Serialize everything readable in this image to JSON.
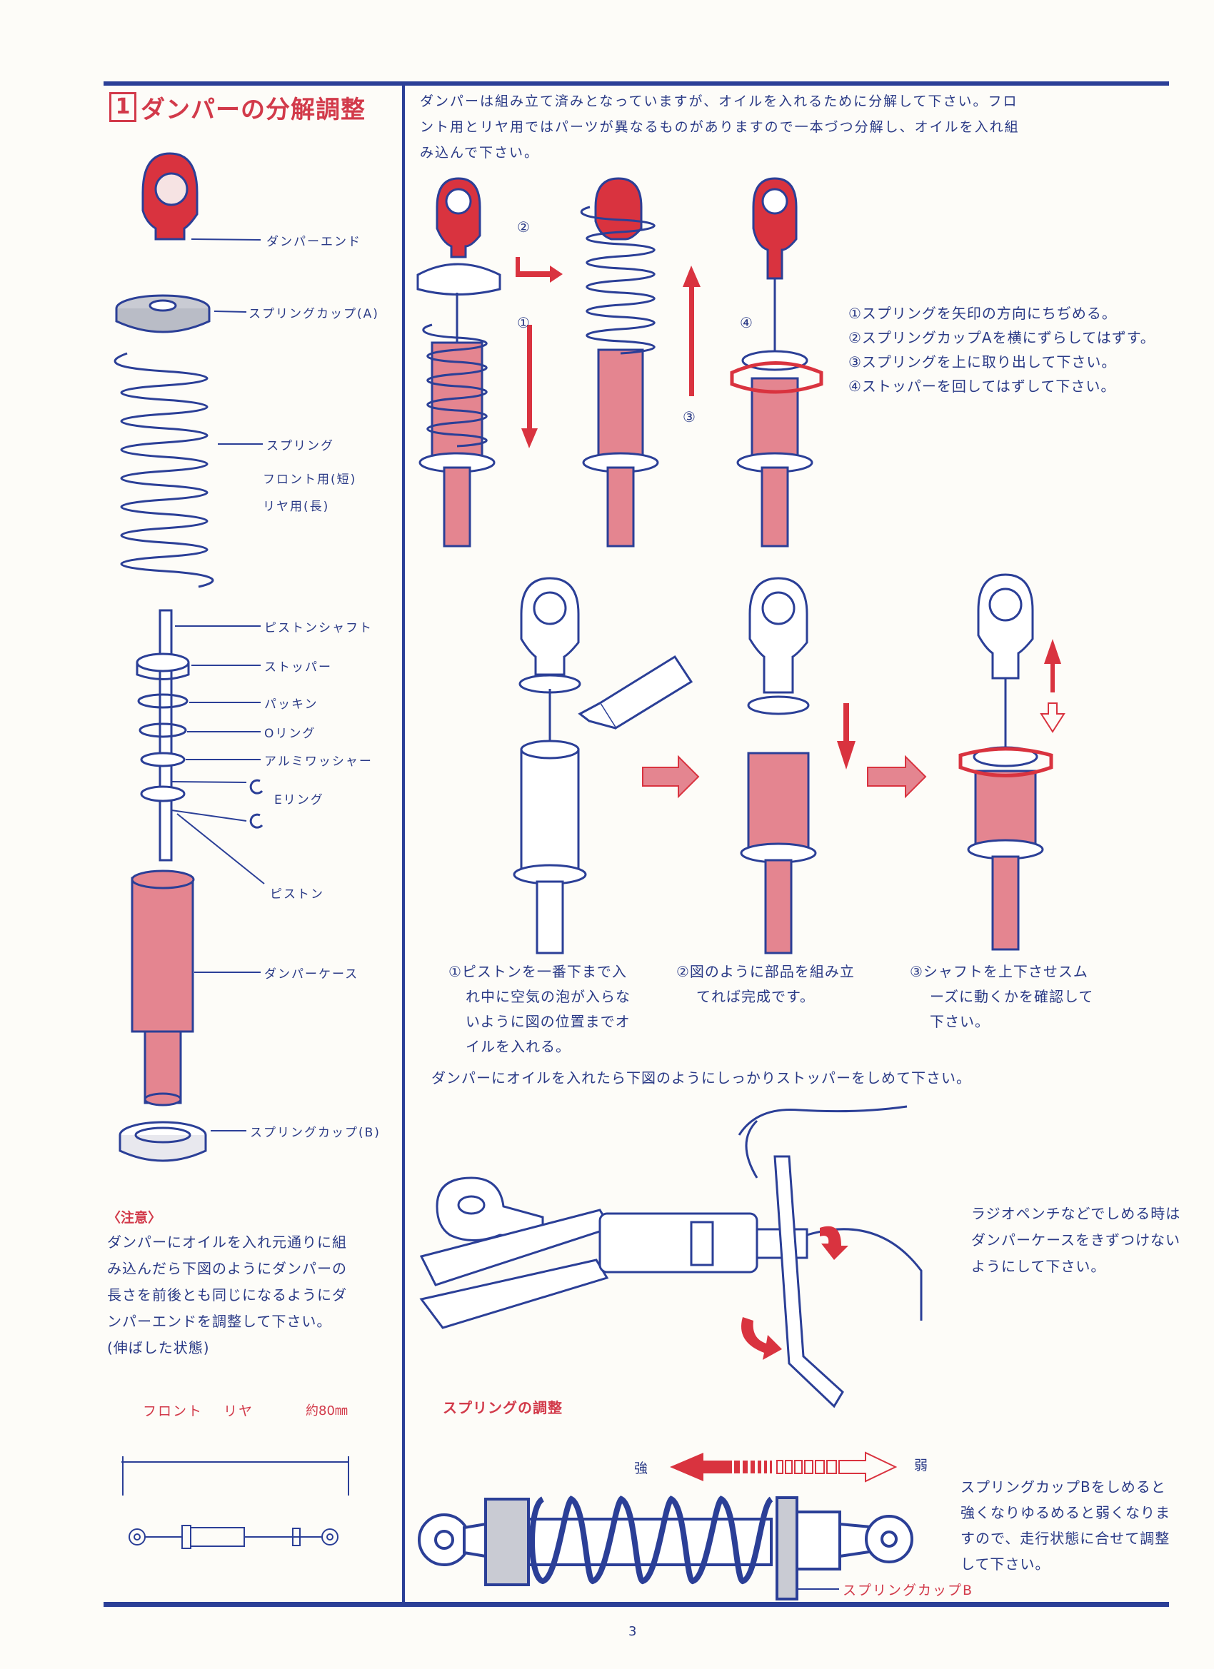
{
  "section": {
    "number": "1",
    "title": "ダンパーの分解調整"
  },
  "intro": [
    "ダンパーは組み立て済みとなっていますが、オイルを入れるために分解して下さい。フロ",
    "ント用とリヤ用ではパーツが異なるものがありますので一本づつ分解し、オイルを入れ組",
    "み込んで下さい。"
  ],
  "parts": {
    "damper_end": "ダンパーエンド",
    "spring_cup_a": "スプリングカップ(A)",
    "spring": "スプリング",
    "spring_front": "フロント用(短)",
    "spring_rear": "リヤ用(長)",
    "piston_shaft": "ピストンシャフト",
    "stopper": "ストッパー",
    "packing": "パッキン",
    "o_ring": "Oリング",
    "alu_washer": "アルミワッシャー",
    "e_ring": "Eリング",
    "piston": "ピストン",
    "damper_case": "ダンパーケース",
    "spring_cup_b": "スプリングカップ(B)"
  },
  "step_marks": {
    "m1": "①",
    "m2": "②",
    "m3": "③",
    "m4": "④"
  },
  "disassembly_steps": [
    "①スプリングを矢印の方向にちぢめる。",
    "②スプリングカップAを横にずらしてはずす。",
    "③スプリングを上に取り出して下さい。",
    "④ストッパーを回してはずして下さい。"
  ],
  "oil_steps": {
    "s1": [
      "①ピストンを一番下まで入",
      "れ中に空気の泡が入らな",
      "いように図の位置までオ",
      "イルを入れる。"
    ],
    "s2": [
      "②図のように部品を組み立",
      "てれば完成です。"
    ],
    "s3": [
      "③シャフトを上下させスム",
      "ーズに動くかを確認して",
      "下さい。"
    ]
  },
  "stopper_note": "ダンパーにオイルを入れたら下図のようにしっかりストッパーをしめて下さい。",
  "pliers_note": [
    "ラジオペンチなどでしめる時は",
    "ダンパーケースをきずつけない",
    "ようにして下さい。"
  ],
  "caution": {
    "title": "〈注意〉",
    "lines": [
      "ダンパーにオイルを入れ元通りに組",
      "み込んだら下図のようにダンパーの",
      "長さを前後とも同じになるようにダ",
      "ンパーエンドを調整して下さい。",
      "(伸ばした状態)"
    ]
  },
  "length_diagram": {
    "front": "フロント",
    "rear": "リヤ",
    "length": "約80㎜"
  },
  "spring_adjust": {
    "title": "スプリングの調整",
    "strong": "強",
    "weak": "弱",
    "cup_label": "スプリングカップB",
    "note": [
      "スプリングカップBをしめると",
      "強くなりゆるめると弱くなりま",
      "すので、走行状態に合せて調整",
      "して下さい。"
    ]
  },
  "page_number": "3",
  "colors": {
    "blue": "#2b3f97",
    "red": "#d23a4a",
    "pink": "#e48590",
    "paper": "#fdfcf8"
  }
}
